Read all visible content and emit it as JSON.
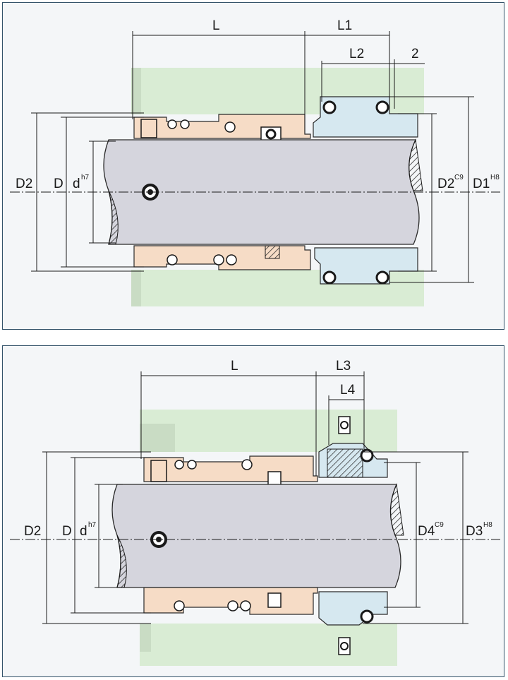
{
  "diagram_top": {
    "labels": {
      "L": "L",
      "L1": "L1",
      "L2": "L2",
      "two": "2",
      "D2_left": "D2",
      "D_left": "D",
      "d_left": "d",
      "d_sup": "h7",
      "D2_right": "D2",
      "D2_sup": "C9",
      "D1_right": "D1",
      "D1_sup": "H8"
    }
  },
  "diagram_bottom": {
    "labels": {
      "L": "L",
      "L3": "L3",
      "L4": "L4",
      "D2_left": "D2",
      "D_left": "D",
      "d_left": "d",
      "d_sup": "h7",
      "D4_right": "D4",
      "D4_sup": "C9",
      "D3_right": "D3",
      "D3_sup": "H8"
    }
  },
  "colors": {
    "housing_green": "#d9ecd4",
    "rotating_parts": "#f6dcc6",
    "stationary_seat": "#d6e8f0",
    "shaft": "#d5d5dd",
    "frame": "#34536a"
  }
}
